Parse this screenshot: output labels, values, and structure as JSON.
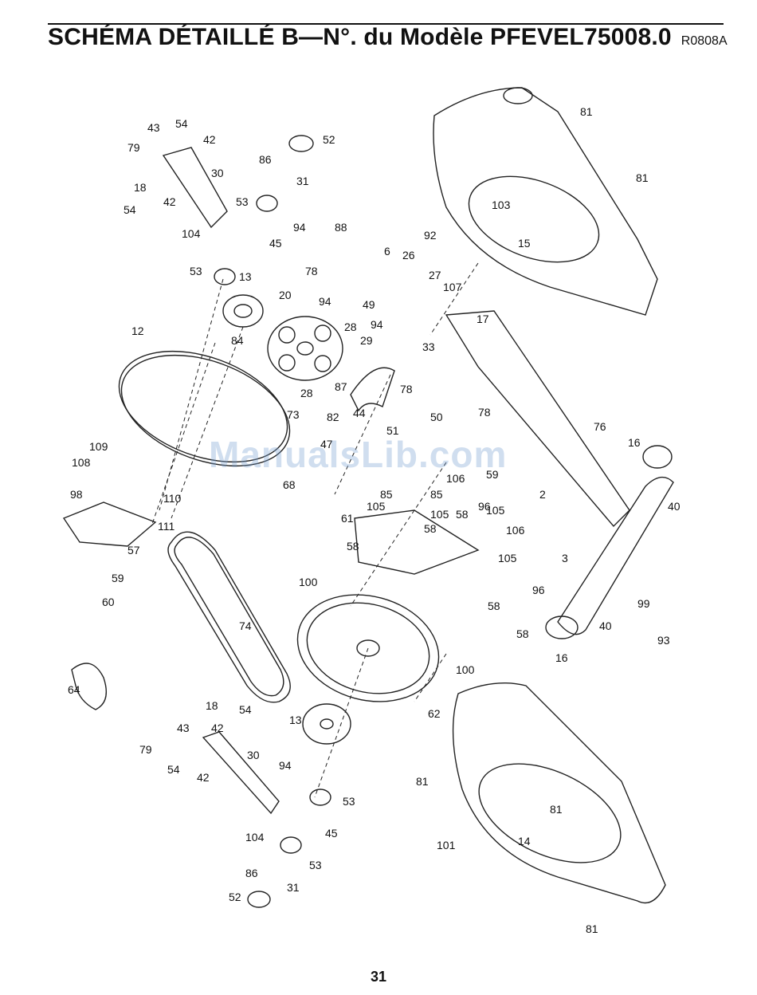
{
  "header": {
    "title": "SCHÉMA DÉTAILLÉ B—N°. du Modèle PFEVEL75008.0",
    "code": "R0808A"
  },
  "watermark": "ManualsLib.com",
  "page_number": "31",
  "callouts": {
    "c54a": "54",
    "c43a": "43",
    "c79a": "79",
    "c42a": "42",
    "c30a": "30",
    "c18a": "18",
    "c54b": "54",
    "c42b": "42",
    "c104a": "104",
    "c45a": "45",
    "c53a": "53",
    "c13a": "13",
    "c86a": "86",
    "c52a": "52",
    "c31a": "31",
    "c53b": "53",
    "c94a": "94",
    "c81a": "81",
    "c81b": "81",
    "c103": "103",
    "c15": "15",
    "c88": "88",
    "c6": "6",
    "c26": "26",
    "c92": "92",
    "c78a": "78",
    "c27": "27",
    "c107": "107",
    "c94b": "94",
    "c28a": "28",
    "c49": "49",
    "c20": "20",
    "c12": "12",
    "c84": "84",
    "c94c": "94",
    "c29": "29",
    "c33": "33",
    "c17": "17",
    "c87": "87",
    "c44": "44",
    "c28b": "28",
    "c73": "73",
    "c82": "82",
    "c47": "47",
    "c68": "68",
    "c78b": "78",
    "c50": "50",
    "c51": "51",
    "c78c": "78",
    "c76": "76",
    "c16a": "16",
    "c40a": "40",
    "c2": "2",
    "c108": "108",
    "c109": "109",
    "c98": "98",
    "c110": "110",
    "c111": "111",
    "c57": "57",
    "c59a": "59",
    "c60": "60",
    "c61": "61",
    "c105a": "105",
    "c85a": "85",
    "c85b": "85",
    "c105b": "105",
    "c58a": "58",
    "c106a": "106",
    "c59b": "59",
    "c96a": "96",
    "c58b": "58",
    "c105c": "105",
    "c106b": "106",
    "c105d": "105",
    "c58c": "58",
    "c3": "3",
    "c99": "99",
    "c93": "93",
    "c40b": "40",
    "c16b": "16",
    "c100a": "100",
    "c74": "74",
    "c96b": "96",
    "c58d": "58",
    "c58e": "58",
    "c100b": "100",
    "c62": "62",
    "c64": "64",
    "c18b": "18",
    "c54c": "54",
    "c43b": "43",
    "c79b": "79",
    "c42c": "42",
    "c54d": "54",
    "c42d": "42",
    "c30b": "30",
    "c94d": "94",
    "c13b": "13",
    "c53c": "53",
    "c104b": "104",
    "c45b": "45",
    "c53d": "53",
    "c31b": "31",
    "c86b": "86",
    "c52b": "52",
    "c81c": "81",
    "c81d": "81",
    "c101": "101",
    "c14": "14",
    "c81e": "81"
  }
}
